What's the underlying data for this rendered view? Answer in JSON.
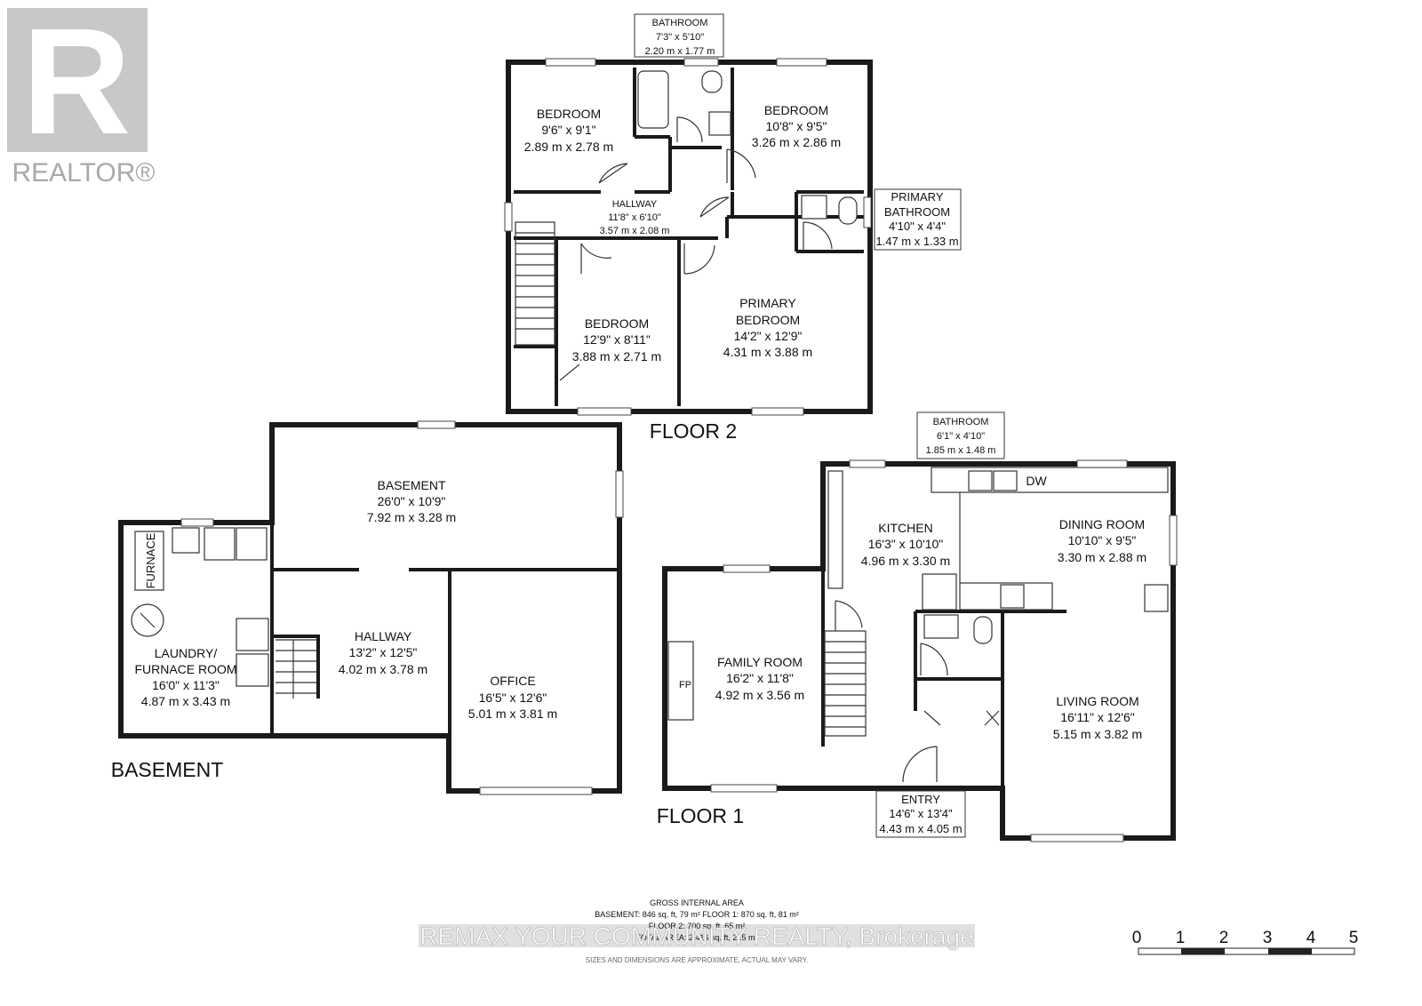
{
  "brand": {
    "name": "REALTOR®",
    "logo_letter": "R"
  },
  "floors": {
    "floor2": "FLOOR 2",
    "floor1": "FLOOR 1",
    "basement": "BASEMENT"
  },
  "rooms": {
    "bathroom_f2": {
      "name": "BATHROOM",
      "imperial": "7'3\" x 5'10\"",
      "metric": "2.20 m x 1.77 m"
    },
    "bedroom_nw": {
      "name": "BEDROOM",
      "imperial": "9'6\" x 9'1\"",
      "metric": "2.89 m x 2.78 m"
    },
    "bedroom_ne": {
      "name": "BEDROOM",
      "imperial": "10'8\" x 9'5\"",
      "metric": "3.26 m x 2.86 m"
    },
    "hallway_f2": {
      "name": "HALLWAY",
      "imperial": "11'8\" x 6'10\"",
      "metric": "3.57 m x 2.08 m"
    },
    "primary_bath": {
      "name1": "PRIMARY",
      "name2": "BATHROOM",
      "imperial": "4'10\" x 4'4\"",
      "metric": "1.47 m x 1.33 m"
    },
    "bedroom_sw": {
      "name": "BEDROOM",
      "imperial": "12'9\" x 8'11\"",
      "metric": "3.88 m x 2.71 m"
    },
    "primary_bed": {
      "name1": "PRIMARY",
      "name2": "BEDROOM",
      "imperial": "14'2\" x 12'9\"",
      "metric": "4.31 m x 3.88 m"
    },
    "basement": {
      "name": "BASEMENT",
      "imperial": "26'0\" x 10'9\"",
      "metric": "7.92 m x 3.28 m"
    },
    "laundry": {
      "name1": "LAUNDRY/",
      "name2": "FURNACE ROOM",
      "imperial": "16'0\" x 11'3\"",
      "metric": "4.87 m x 3.43 m"
    },
    "hallway_b": {
      "name": "HALLWAY",
      "imperial": "13'2\" x 12'5\"",
      "metric": "4.02 m x 3.78 m"
    },
    "office": {
      "name": "OFFICE",
      "imperial": "16'5\" x 12'6\"",
      "metric": "5.01 m x 3.81 m"
    },
    "bathroom_f1": {
      "name": "BATHROOM",
      "imperial": "6'1\" x 4'10\"",
      "metric": "1.85 m x 1.48 m"
    },
    "kitchen": {
      "name": "KITCHEN",
      "imperial": "16'3\" x 10'10\"",
      "metric": "4.96 m x 3.30 m"
    },
    "dining": {
      "name": "DINING ROOM",
      "imperial": "10'10\" x 9'5\"",
      "metric": "3.30 m x 2.88 m"
    },
    "family": {
      "name": "FAMILY ROOM",
      "imperial": "16'2\" x 11'8\"",
      "metric": "4.92 m x 3.56 m"
    },
    "living": {
      "name": "LIVING ROOM",
      "imperial": "16'11\" x 12'6\"",
      "metric": "5.15 m x 3.82 m"
    },
    "entry": {
      "name": "ENTRY",
      "imperial": "14'6\" x 13'4\"",
      "metric": "4.43 m x 4.05 m"
    }
  },
  "fixtures": {
    "furnace": "FURNACE",
    "fireplace": "FP",
    "dishwasher": "DW"
  },
  "area": {
    "title": "GROSS INTERNAL AREA",
    "line1": "BASEMENT: 846 sq. ft, 79 m² FLOOR 1: 870 sq. ft, 81 m²",
    "line2": "FLOOR 2: 700 sq. ft, 65 m²",
    "line3": "TOTAL AREA: 2,416 sq. ft, 225 m²",
    "disclaimer": "SIZES AND DIMENSIONS ARE APPROXIMATE, ACTUAL MAY VARY."
  },
  "watermark": "REMAX YOUR COMMUNITY REALTY, Brokerage",
  "scale": {
    "ticks": [
      "0",
      "1",
      "2",
      "3",
      "4",
      "5"
    ]
  }
}
